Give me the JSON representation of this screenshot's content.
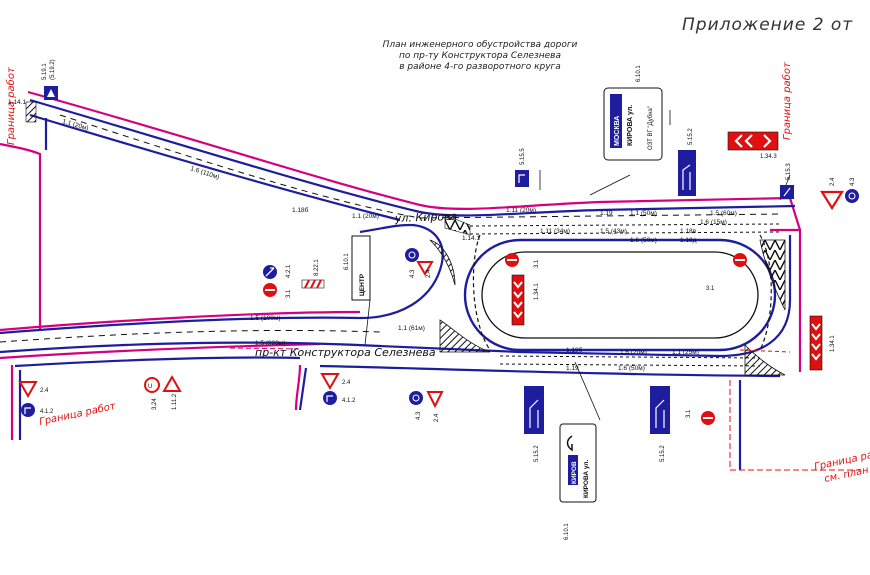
{
  "header": {
    "appendix": "Приложение 2 от",
    "title_lines": [
      "План инженерного обустройства дороги",
      "по пр-ту Конструктора Селезнева",
      "в районе 4-го разворотного круга"
    ]
  },
  "streets": {
    "kirova": "ул. Кирова",
    "seleznev": "пр-кт Конструктора Селезнева"
  },
  "work_boundary": {
    "left": "Граница работ",
    "top_right": "Граница работ",
    "bottom_left": "Граница работ",
    "bottom_right_1": "Граница работ",
    "bottom_right_2": "см. план"
  },
  "markings": {
    "m1": "1.14.1",
    "m2": "1.1 (20м)",
    "m3": "1.6 (110м)",
    "m4": "1.18б",
    "m5": "1.1 (20м)",
    "m6": "1.11 (20м)",
    "m7": "1.19",
    "m8": "1.1 (50м)",
    "m9": "1.5 (60м)",
    "m10": "1.6 (50м)",
    "m11": "1.5 (100м)",
    "m12": "1.1 (61м)",
    "m13": "1.5 (223м)",
    "m14": "1.6 (20м)",
    "m15": "1.1 (25м)",
    "m16": "1.6 (50м)",
    "m17": "1.11 (34м)",
    "m18": "1.5 (43м)",
    "m19": "1.18в",
    "m20": "1.6 (15м)",
    "m21": "1.18д",
    "m22": "1.18б",
    "m23": "1.19",
    "m24": "1.14.1"
  },
  "signs": {
    "s1": "5.19.1",
    "s1b": "(5.19.2)",
    "s2": "6.10.1",
    "s3": "5.15.5",
    "s4": "5.15.2",
    "s5": "5.15.3",
    "s6": "1.34.3",
    "s7": "2.4",
    "s8": "4.3",
    "s9": "4.2.1",
    "s10": "3.1",
    "s11": "8.22.1",
    "s12": "6.10.1",
    "s13": "4.3",
    "s14": "2.4",
    "s15": "3.1",
    "s16": "1.34.1",
    "s17": "3.1",
    "s18": "2.4",
    "s19": "4.1.2",
    "s20": "3.24",
    "s21": "1.11.2",
    "s22": "2.4",
    "s23": "4.1.2",
    "s24": "4.3",
    "s25": "2.4",
    "s26": "5.15.2",
    "s27": "6.10.1",
    "s28": "5.15.2",
    "s29": "3.1",
    "s30": "1.34.1"
  },
  "direction_signs": {
    "top_moscow": "МОСКВА",
    "top_kirova": "КИРОВА ул.",
    "top_ozt": "ОЗТ ВГ \"Дубна\"",
    "mid_center": "ЦЕНТР",
    "bottom_kirov": "КИРОВ",
    "bottom_kirova": "КИРОВА ул."
  },
  "colors": {
    "road": "#1d1d9e",
    "boundary": "#d6007f",
    "red_label": "#e01010",
    "hatch": "#111111"
  }
}
